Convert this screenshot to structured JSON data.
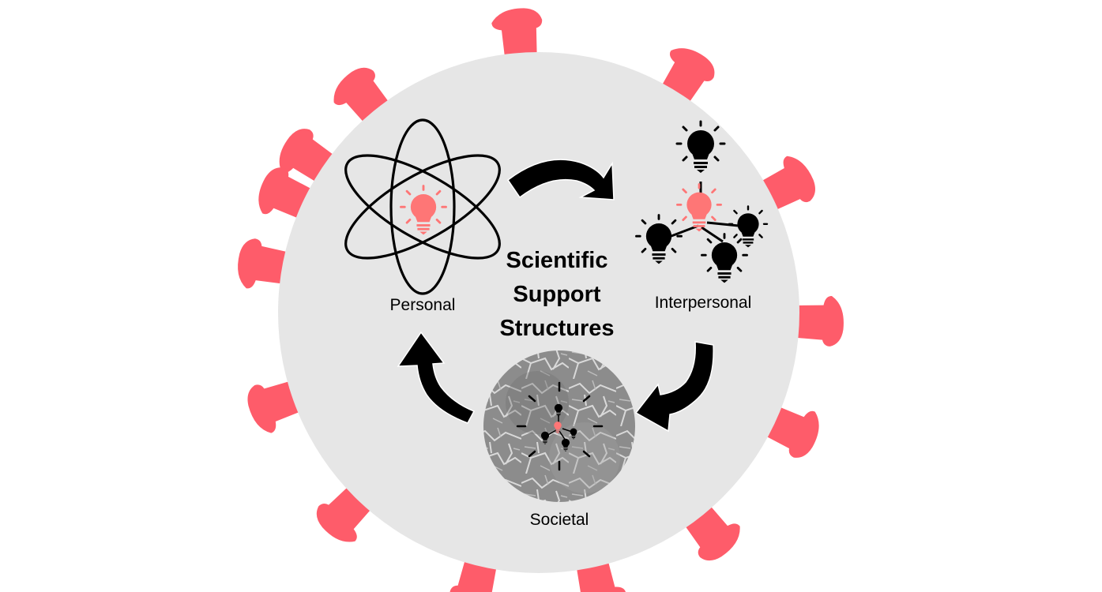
{
  "diagram": {
    "title_lines": [
      "Scientific",
      "Support",
      "Structures"
    ],
    "nodes": [
      {
        "id": "personal",
        "label": "Personal",
        "icon": "atom-with-lightbulb-icon"
      },
      {
        "id": "interpersonal",
        "label": "Interpersonal",
        "icon": "connected-lightbulbs-icon"
      },
      {
        "id": "societal",
        "label": "Societal",
        "icon": "textured-disc-with-lightbulbs-icon"
      }
    ],
    "cycle": [
      {
        "from": "personal",
        "to": "interpersonal"
      },
      {
        "from": "interpersonal",
        "to": "societal"
      },
      {
        "from": "societal",
        "to": "personal"
      }
    ],
    "spike_count": 14
  },
  "colors": {
    "background": "#ffffff",
    "body_fill": "#e6e6e6",
    "spike": "#fe5c6a",
    "accent_bulb": "#fe7676",
    "ink": "#000000",
    "texture_base": "#8a8a8a"
  }
}
